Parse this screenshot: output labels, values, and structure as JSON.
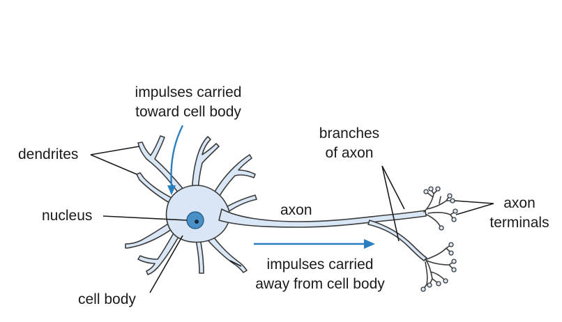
{
  "labels": {
    "impulses_toward": [
      "impulses carried",
      "toward cell body"
    ],
    "dendrites": "dendrites",
    "nucleus": "nucleus",
    "cell_body": "cell body",
    "axon": "axon",
    "branches_of_axon": [
      "branches",
      "of axon"
    ],
    "axon_terminals": [
      "axon",
      "terminals"
    ],
    "impulses_away": [
      "impulses carried",
      "away from cell body"
    ]
  },
  "colors": {
    "cell_fill": "#d8e6f5",
    "outline": "#3a3a3a",
    "nucleus_fill": "#4a90c8",
    "arrow": "#2a7fc0",
    "leader_line": "#1a1a1a"
  }
}
